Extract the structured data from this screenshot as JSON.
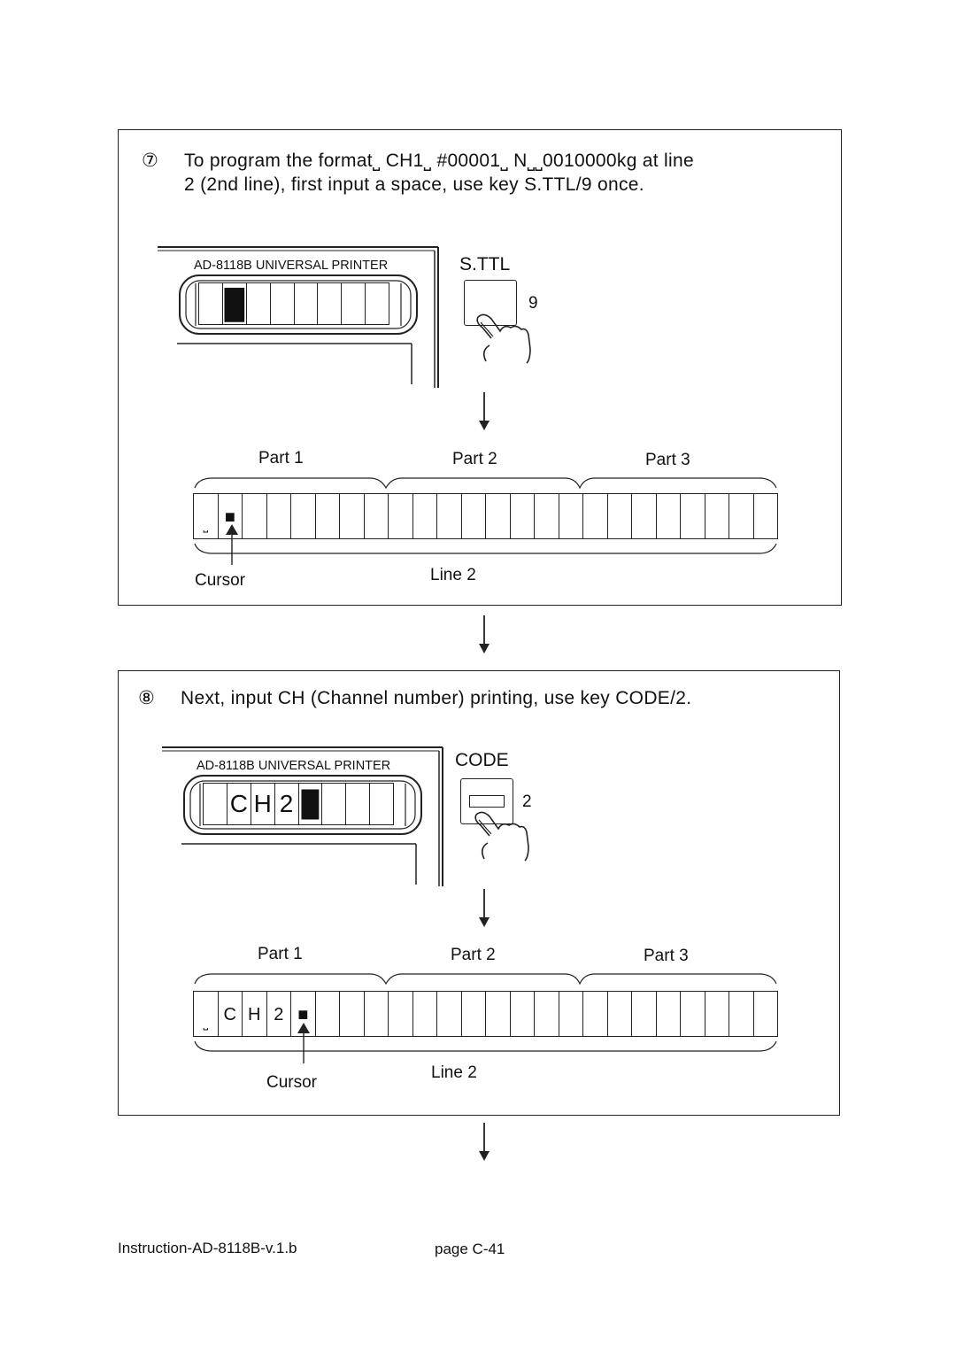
{
  "step7": {
    "marker": "⑦",
    "text_line1": "To program the format⎵ CH1⎵ #00001⎵ N⎵⎵0010000kg at line",
    "text_line2": "2 (2nd line), first input a space, use key S.TTL/9 once.",
    "printer_label": "AD-8118B UNIVERSAL PRINTER",
    "display_chars": [
      "",
      "█",
      "",
      "",
      "",
      "",
      "",
      ""
    ],
    "key_label": "S.TTL",
    "key_number": "9",
    "parts": [
      "Part 1",
      "Part 2",
      "Part 3"
    ],
    "line_cells": [
      "⎵",
      "■"
    ],
    "cursor_label": "Cursor",
    "line_label": "Line 2"
  },
  "step8": {
    "marker": "⑧",
    "text_line1": "Next, input CH (Channel number) printing, use key CODE/2.",
    "printer_label": "AD-8118B UNIVERSAL PRINTER",
    "display_chars": [
      "",
      "C",
      "H",
      "2",
      "█",
      "",
      "",
      ""
    ],
    "key_label": "CODE",
    "key_number": "2",
    "parts": [
      "Part 1",
      "Part 2",
      "Part 3"
    ],
    "line_cells": [
      "⎵",
      "C",
      "H",
      "2",
      "■"
    ],
    "cursor_label": "Cursor",
    "line_label": "Line 2"
  },
  "footer": {
    "doc": "Instruction-AD-8118B-v.1.b",
    "page": "page C-41"
  }
}
